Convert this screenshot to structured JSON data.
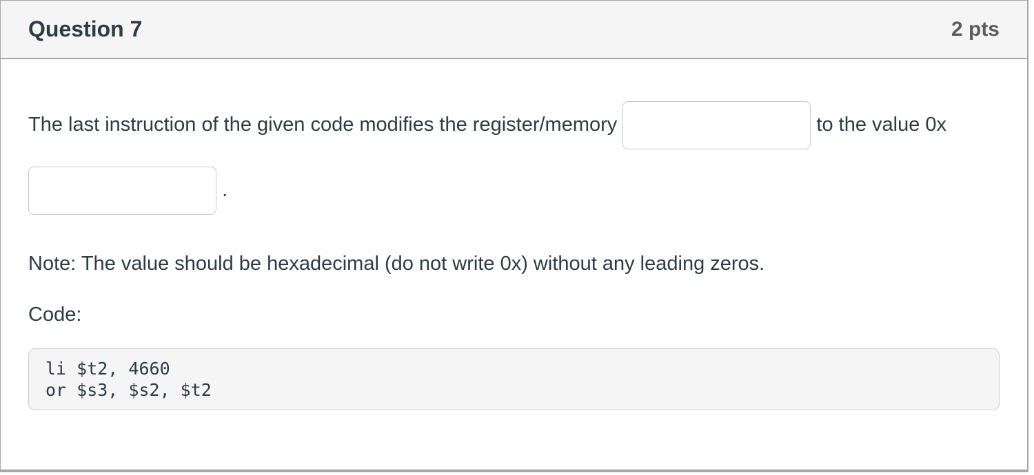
{
  "header": {
    "title": "Question 7",
    "points": "2 pts"
  },
  "question": {
    "text_part1": "The last instruction of the given code modifies the register/memory",
    "text_part2": "to the value 0x",
    "text_part3": ".",
    "blank1_value": "",
    "blank2_value": "",
    "note": "Note: The value should be hexadecimal (do not write 0x) without any leading zeros.",
    "code_label": "Code:"
  },
  "code": {
    "lines": [
      "li $t2, 4660",
      "or $s3, $s2, $t2"
    ]
  },
  "colors": {
    "header_bg": "#f5f5f5",
    "panel_border": "#a6a6a6",
    "text": "#2d3b45",
    "points_text": "#5c5c5c",
    "input_border": "#c7c7c7",
    "code_bg": "#f5f5f5",
    "code_border": "#cccccc"
  }
}
